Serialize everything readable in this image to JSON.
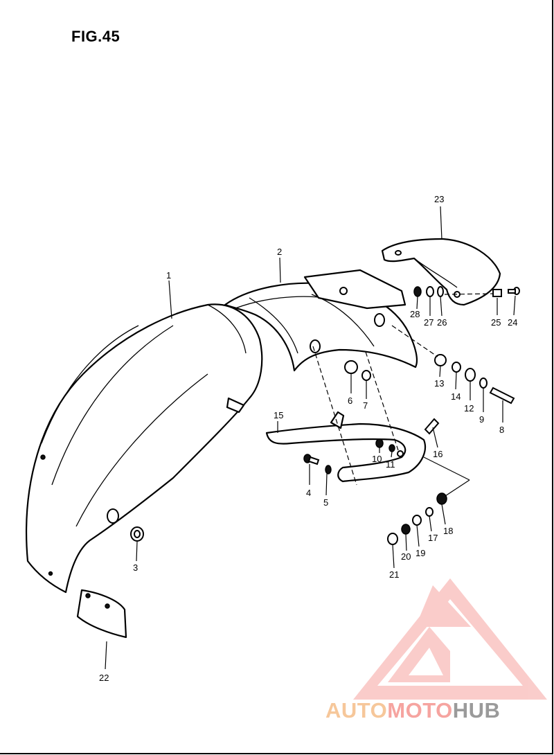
{
  "figure": {
    "title": "FIG.45"
  },
  "callouts": [
    "1",
    "2",
    "3",
    "4",
    "5",
    "6",
    "7",
    "8",
    "9",
    "10",
    "11",
    "12",
    "13",
    "14",
    "15",
    "16",
    "17",
    "18",
    "19",
    "20",
    "21",
    "22",
    "23",
    "24",
    "25",
    "26",
    "27",
    "28"
  ],
  "watermark": {
    "part1": "AUTO",
    "part2": "MOTO",
    "part3": "HUB"
  },
  "colors": {
    "line": "#000000",
    "watermark_orange": "#f6c79a",
    "watermark_red": "#f6a4a0",
    "watermark_gray": "#9a9a9a"
  }
}
